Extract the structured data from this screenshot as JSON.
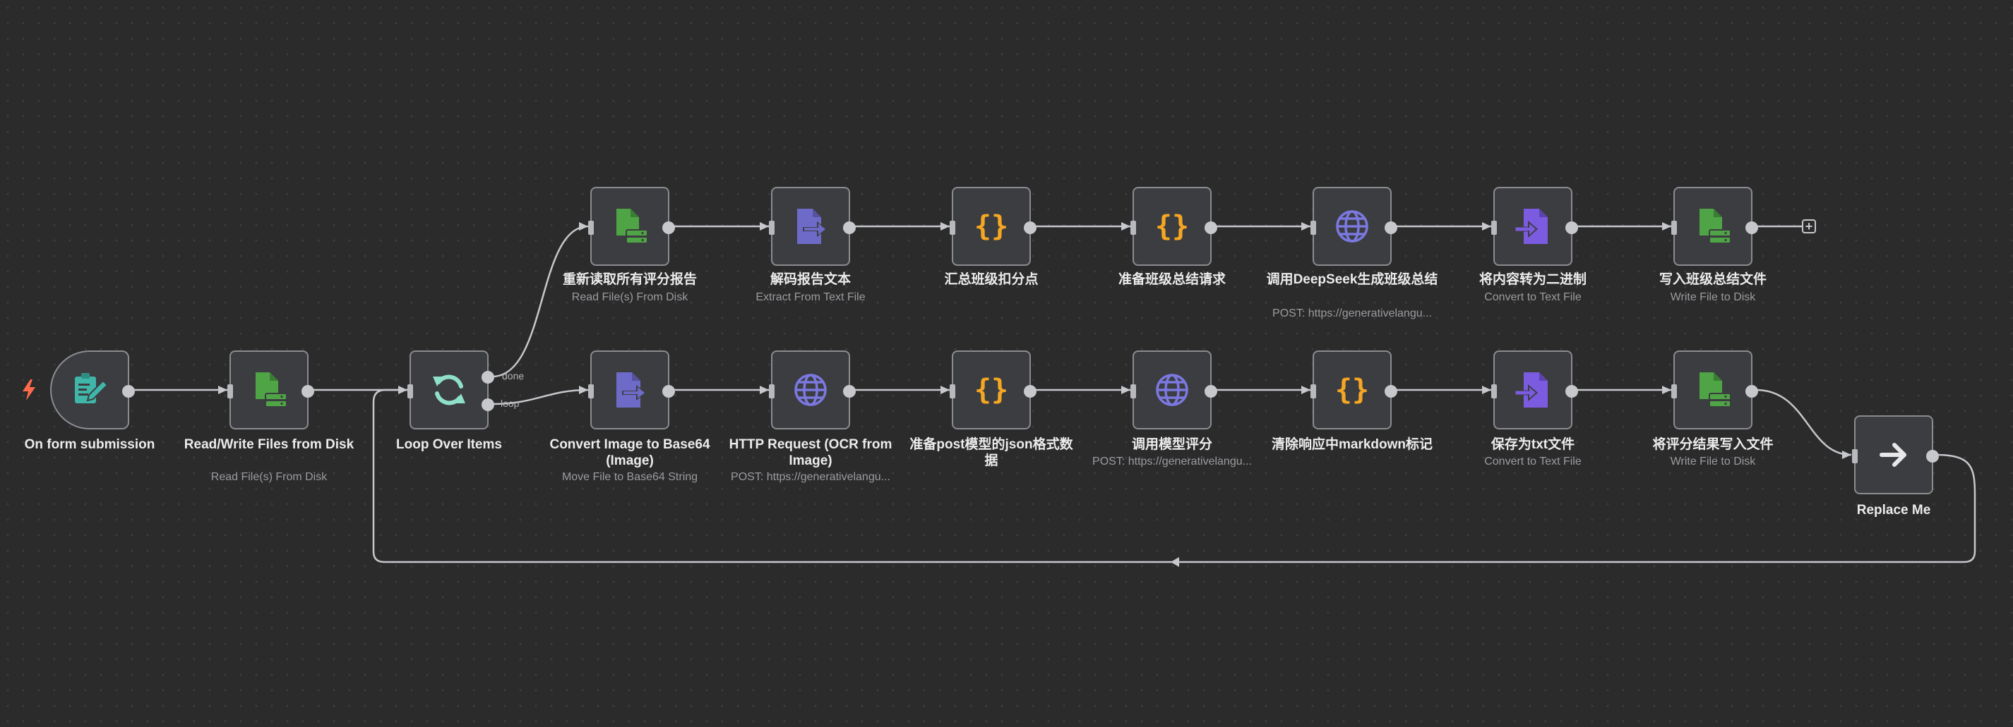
{
  "canvas": {
    "trigger_indicator": "bolt-icon",
    "loop_ports": {
      "done": "done",
      "loop": "loop"
    },
    "add_node": "+"
  },
  "colors": {
    "background": "#2b2b2c",
    "node_fill": "#3c3d40",
    "node_border": "#8b8c90",
    "wire": "#c7c8cc",
    "green": "#4fa545",
    "purple": "#6e6bc8",
    "orange": "#f5a623",
    "teal": "#3fb6a8",
    "mint": "#8fe0c8",
    "bolt": "#ff6b4a"
  },
  "nodes": {
    "form": {
      "title": "On form submission",
      "subtitle": "",
      "icon": "form-edit-icon"
    },
    "readwrite": {
      "title": "Read/Write Files from Disk",
      "subtitle": "Read File(s) From Disk",
      "icon": "file-server-icon"
    },
    "loop": {
      "title": "Loop Over Items",
      "subtitle": "",
      "icon": "refresh-icon"
    },
    "reread": {
      "title": "重新读取所有评分报告",
      "subtitle": "Read File(s) From Disk",
      "icon": "file-server-icon"
    },
    "decode": {
      "title": "解码报告文本",
      "subtitle": "Extract From Text File",
      "icon": "file-export-icon"
    },
    "aggregate": {
      "title": "汇总班级扣分点",
      "subtitle": "",
      "icon": "braces-icon"
    },
    "prep_class": {
      "title": "准备班级总结请求",
      "subtitle": "",
      "icon": "braces-icon"
    },
    "deepseek": {
      "title": "调用DeepSeek生成班级总结",
      "subtitle": "POST: https://generativelangu...",
      "icon": "globe-icon"
    },
    "to_binary": {
      "title": "将内容转为二进制",
      "subtitle": "Convert to Text File",
      "icon": "file-import-icon"
    },
    "write_class": {
      "title": "写入班级总结文件",
      "subtitle": "Write File to Disk",
      "icon": "file-server-icon"
    },
    "base64": {
      "title": "Convert Image to Base64 (Image)",
      "subtitle": "Move File to Base64 String",
      "icon": "file-export-icon"
    },
    "ocr": {
      "title": "HTTP Request (OCR from Image)",
      "subtitle": "POST: https://generativelangu...",
      "icon": "globe-icon"
    },
    "prep_json": {
      "title": "准备post模型的json格式数据",
      "subtitle": "",
      "icon": "braces-icon"
    },
    "score": {
      "title": "调用模型评分",
      "subtitle": "POST: https://generativelangu...",
      "icon": "globe-icon"
    },
    "clean_md": {
      "title": "清除响应中markdown标记",
      "subtitle": "",
      "icon": "braces-icon"
    },
    "save_txt": {
      "title": "保存为txt文件",
      "subtitle": "Convert to Text File",
      "icon": "file-import-icon"
    },
    "write_score": {
      "title": "将评分结果写入文件",
      "subtitle": "Write File to Disk",
      "icon": "file-server-icon"
    },
    "replace": {
      "title": "Replace Me",
      "subtitle": "",
      "icon": "arrow-right-icon"
    }
  }
}
